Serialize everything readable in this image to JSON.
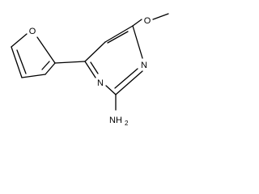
{
  "molecule": {
    "atoms": {
      "furan_oxygen": "O",
      "methoxy_oxygen": "O",
      "ring_nitrogen_upper": "N",
      "ring_nitrogen_lower": "N",
      "amine_main": "NH",
      "amine_sub": "2"
    }
  }
}
